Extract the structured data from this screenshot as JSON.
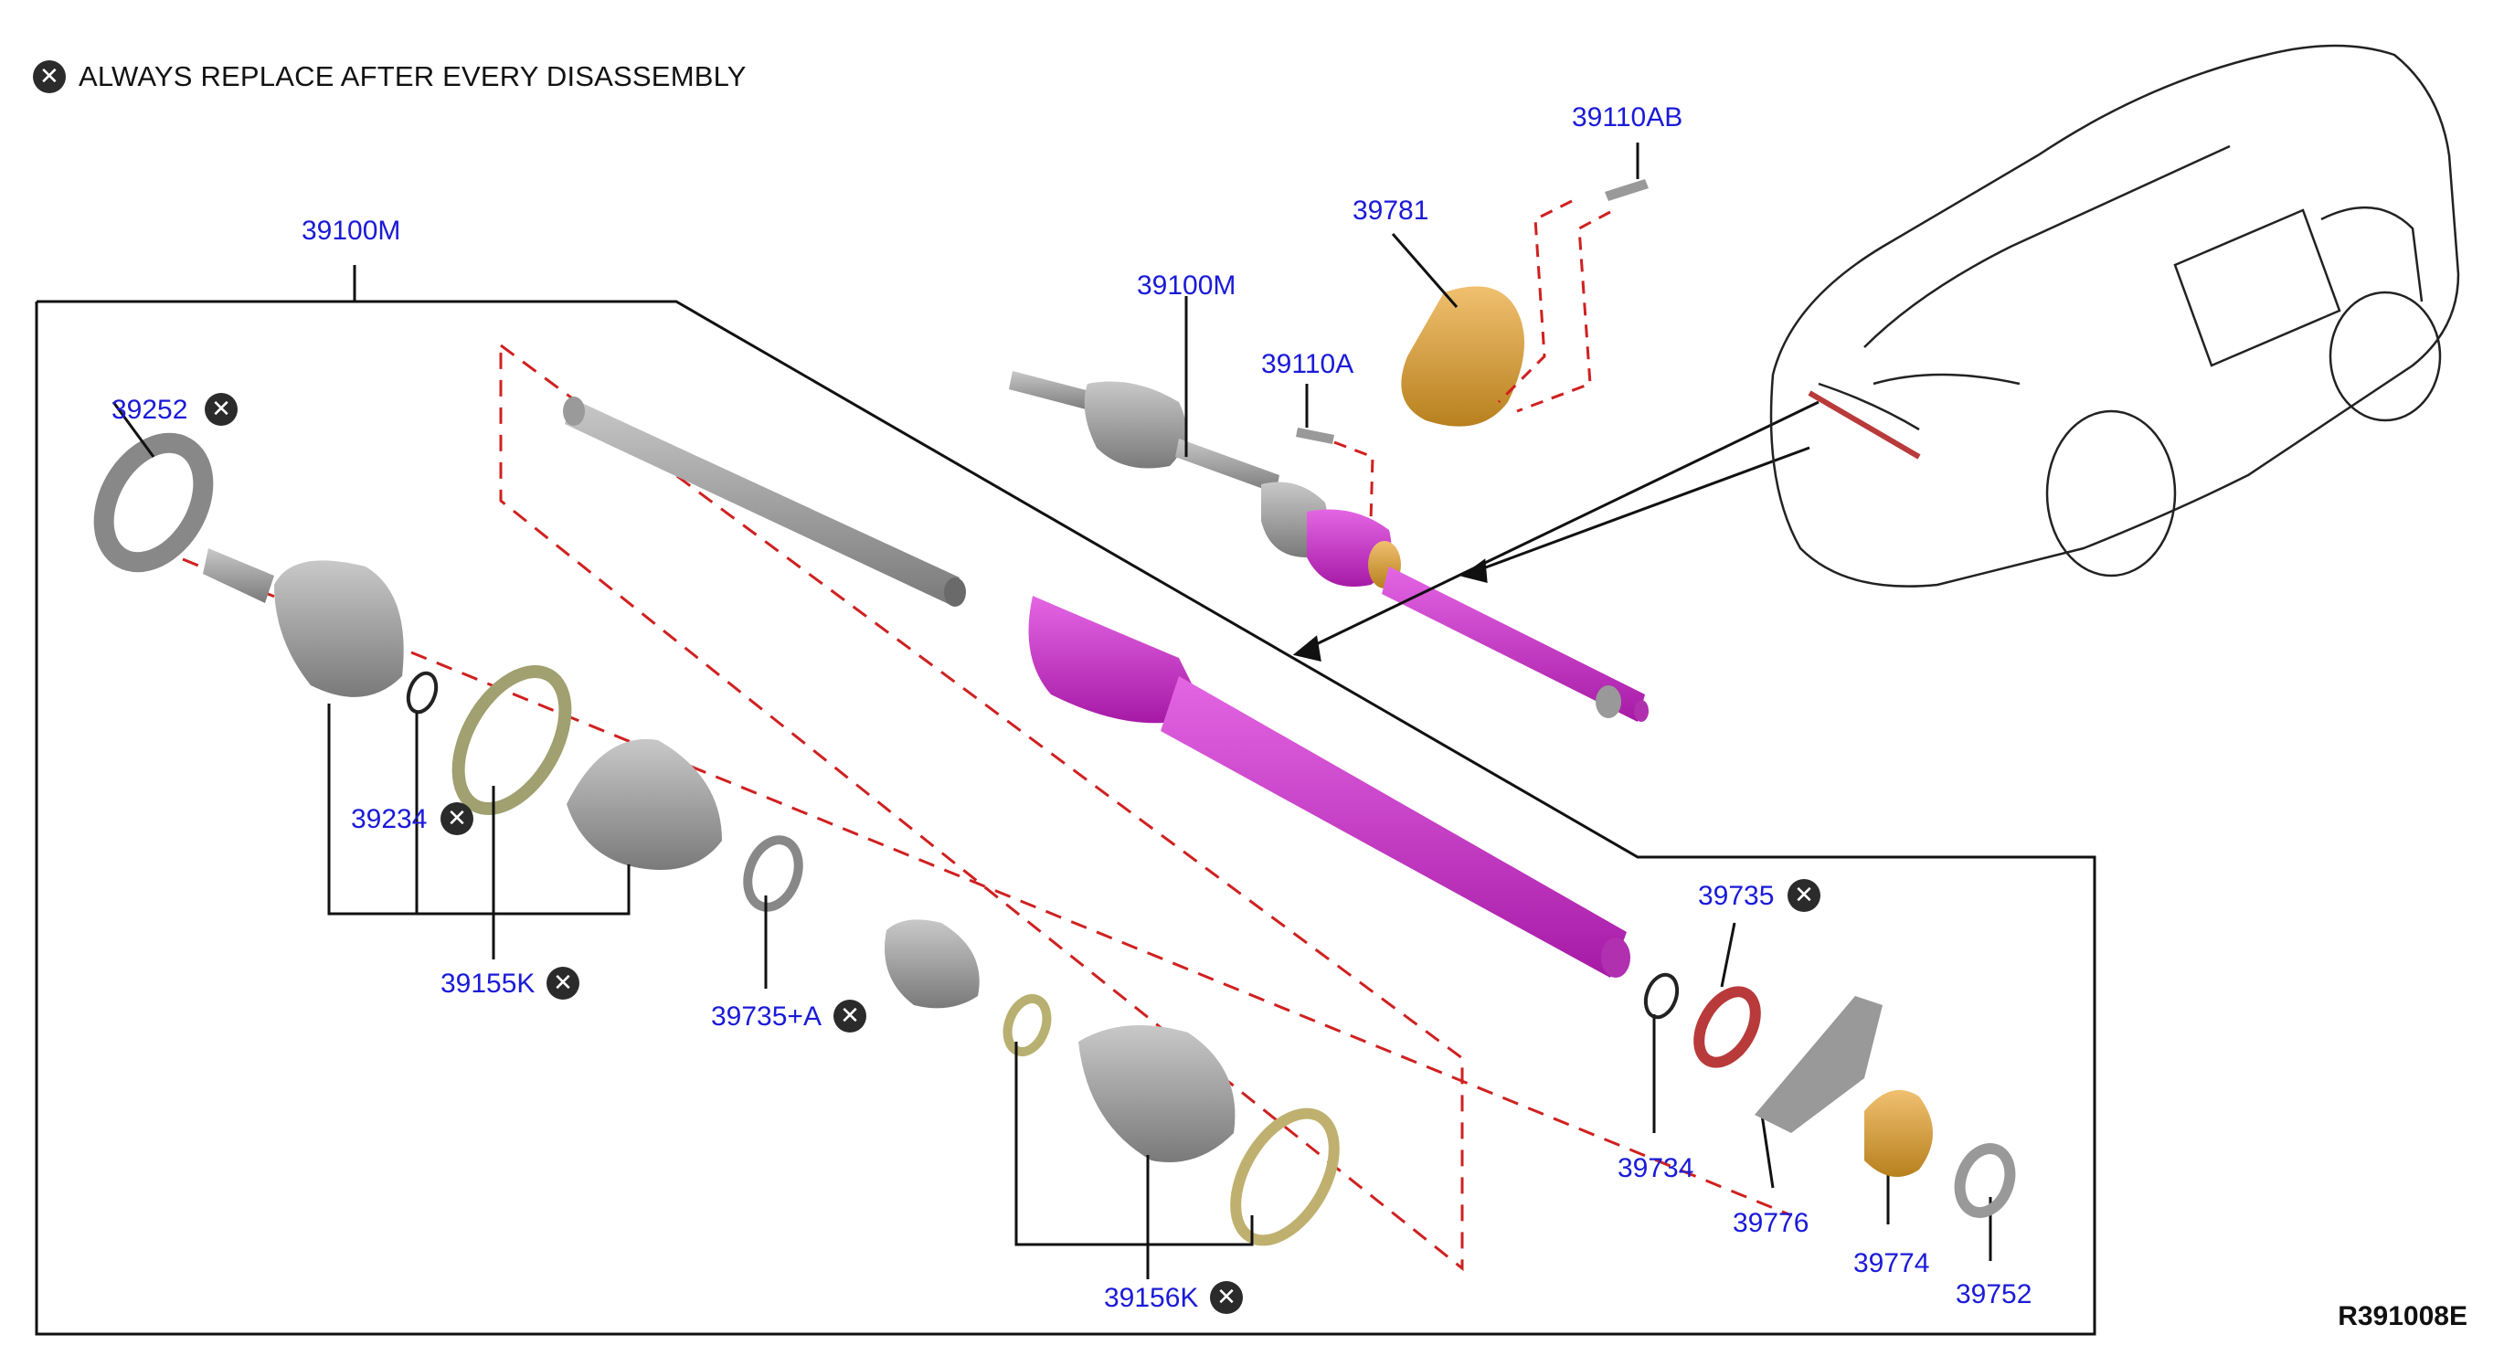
{
  "notice": {
    "text": "ALWAYS REPLACE AFTER EVERY DISASSEMBLY",
    "icon": "replace-x-icon"
  },
  "parts": {
    "p39100M_top": "39100M",
    "p39100M_left": "39100M",
    "p39110AB": "39110AB",
    "p39781": "39781",
    "p39110A": "39110A",
    "p39252": "39252",
    "p39234": "39234",
    "p39155K": "39155K",
    "p39735A": "39735+A",
    "p39156K": "39156K",
    "p39735": "39735",
    "p39734": "39734",
    "p39776": "39776",
    "p39774": "39774",
    "p39752": "39752"
  },
  "diagram_ref": "R391008E",
  "colors": {
    "part_number": "#1a1ad8",
    "highlight": "#cc22cc",
    "dashed": "#d02020",
    "bracket": "#d8a848"
  }
}
